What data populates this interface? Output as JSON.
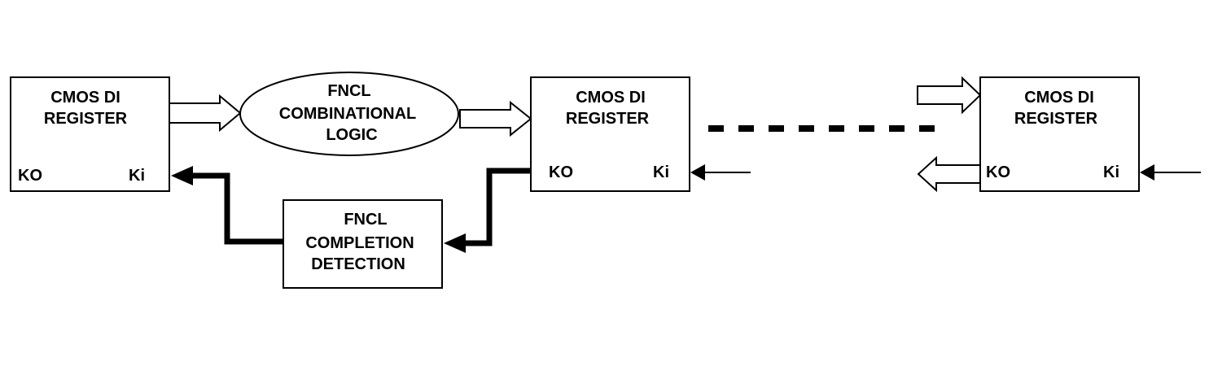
{
  "diagram": {
    "register_1": {
      "line1": "CMOS DI",
      "line2": "REGISTER",
      "ko": "KO",
      "ki": "Ki"
    },
    "logic": {
      "line1": "FNCL",
      "line2": "COMBINATIONAL",
      "line3": "LOGIC"
    },
    "register_2": {
      "line1": "CMOS DI",
      "line2": "REGISTER",
      "ko": "KO",
      "ki": "Ki"
    },
    "register_3": {
      "line1": "CMOS DI",
      "line2": "REGISTER",
      "ko": "KO",
      "ki": "Ki"
    },
    "completion": {
      "line1": "FNCL",
      "line2": "COMPLETION",
      "line3": "DETECTION"
    }
  }
}
